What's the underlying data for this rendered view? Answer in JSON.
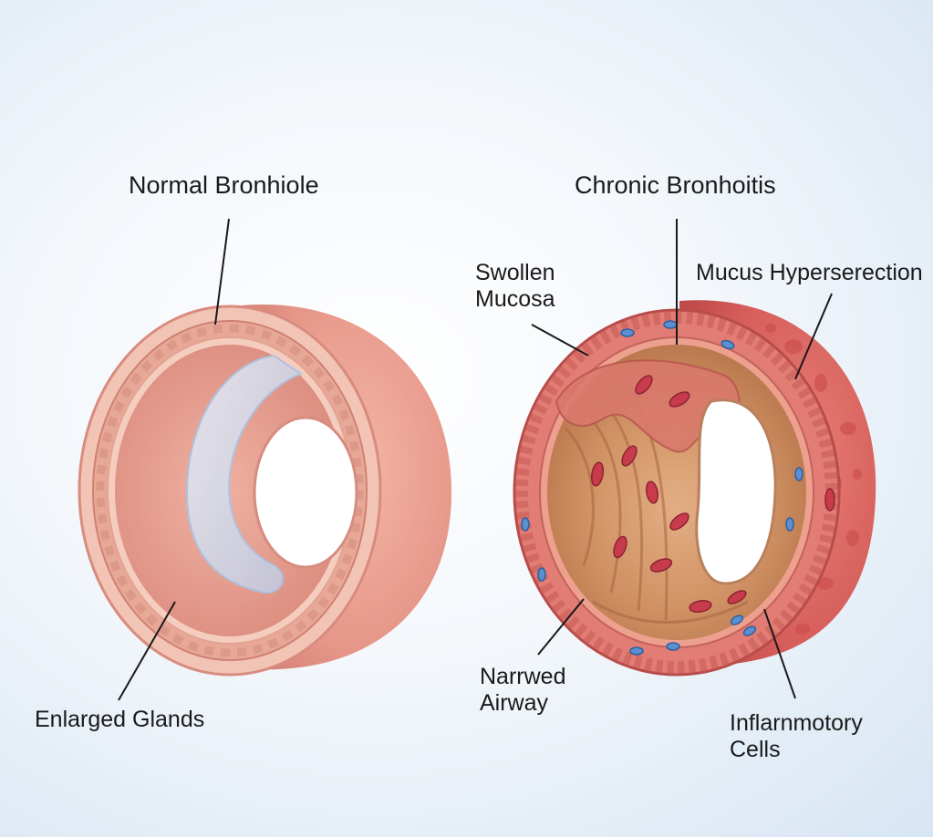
{
  "titles": {
    "left": "Normal Bronhiole",
    "right": "Chronic Bronhoitis"
  },
  "labels": {
    "enlarged_glands": "Enlarged Glands",
    "swollen_mucosa_line1": "Swollen",
    "swollen_mucosa_line2": "Mucosa",
    "mucus_hypersecretion": "Mucus Hyperserection",
    "narrowed_airway_line1": "Narrwed",
    "narrowed_airway_line2": "Airway",
    "inflammatory_cells_line1": "Inflarnmotory",
    "inflammatory_cells_line2": "Cells"
  },
  "colors": {
    "normal_wall": "#e79a8a",
    "normal_rim": "#f3c2b2",
    "mucus_layer": "#cfe0f2",
    "inflamed_wall": "#d9625f",
    "inflamed_lumen": "#c98a5e",
    "inflammatory_cell": "#c0394a",
    "immune_cell": "#5a8fd0",
    "background": "#e8f0f8"
  }
}
